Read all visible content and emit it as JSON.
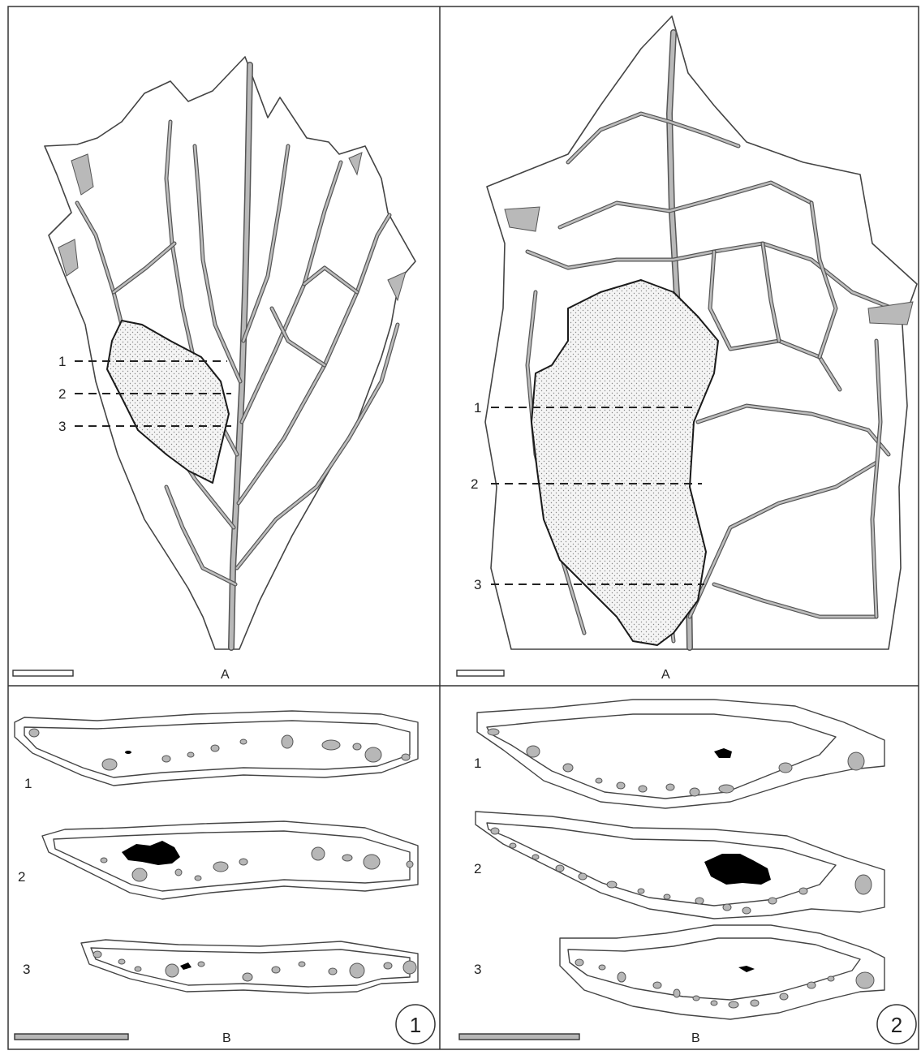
{
  "figures": [
    {
      "number": "1",
      "panel_a_label": "A",
      "panel_b_label": "B",
      "section_labels": [
        "1",
        "2",
        "3"
      ]
    },
    {
      "number": "2",
      "panel_a_label": "A",
      "panel_b_label": "B",
      "section_labels": [
        "1",
        "2",
        "3"
      ]
    }
  ],
  "colors": {
    "vein_fill": "#b9b9b9",
    "lesion_stipple": "#8a8a8a",
    "necrotic": "#000000",
    "line": "#444444"
  }
}
